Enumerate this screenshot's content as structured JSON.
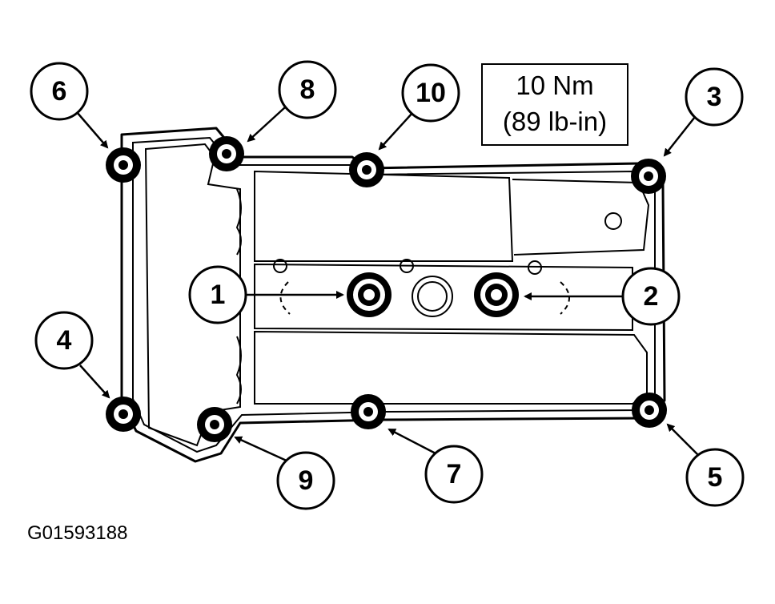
{
  "torque_spec": {
    "line1": "10 Nm",
    "line2": "(89 lb-in)"
  },
  "callouts": [
    {
      "label": "1"
    },
    {
      "label": "2"
    },
    {
      "label": "3"
    },
    {
      "label": "4"
    },
    {
      "label": "5"
    },
    {
      "label": "6"
    },
    {
      "label": "7"
    },
    {
      "label": "8"
    },
    {
      "label": "9"
    },
    {
      "label": "10"
    }
  ],
  "figure_id": "G01593188"
}
